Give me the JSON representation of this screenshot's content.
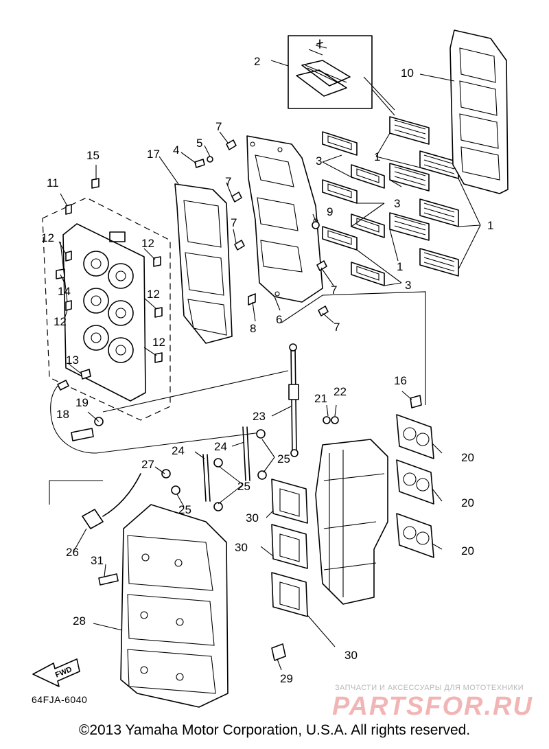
{
  "callouts": {
    "c1a": "1",
    "c1b": "1",
    "c1c": "1",
    "c2": "2",
    "c3a": "3",
    "c3b": "3",
    "c3c": "3",
    "c4": "4",
    "c5": "5",
    "c6": "6",
    "c7a": "7",
    "c7b": "7",
    "c7c": "7",
    "c7d": "7",
    "c7e": "7",
    "c8": "8",
    "c9": "9",
    "c10": "10",
    "c11": "11",
    "c12a": "12",
    "c12b": "12",
    "c12c": "12",
    "c12d": "12",
    "c12e": "12",
    "c13": "13",
    "c14": "14",
    "c15": "15",
    "c16": "16",
    "c17": "17",
    "c18": "18",
    "c19": "19",
    "c20a": "20",
    "c20b": "20",
    "c20c": "20",
    "c21": "21",
    "c22": "22",
    "c23": "23",
    "c24a": "24",
    "c24b": "24",
    "c25a": "25",
    "c25b": "25",
    "c25c": "25",
    "c26": "26",
    "c27": "27",
    "c28": "28",
    "c29": "29",
    "c30a": "30",
    "c30b": "30",
    "c30c": "30",
    "c31": "31"
  },
  "fwd_label": "FWD",
  "diagram_code": "64FJA-6040",
  "copyright": "©2013 Yamaha Motor Corporation, U.S.A. All rights reserved.",
  "watermark": {
    "subtitle": "ЗАПЧАСТИ И АКСЕССУАРЫ ДЛЯ МОТОТЕХНИКИ",
    "logo": "PARTSFOR.RU"
  }
}
